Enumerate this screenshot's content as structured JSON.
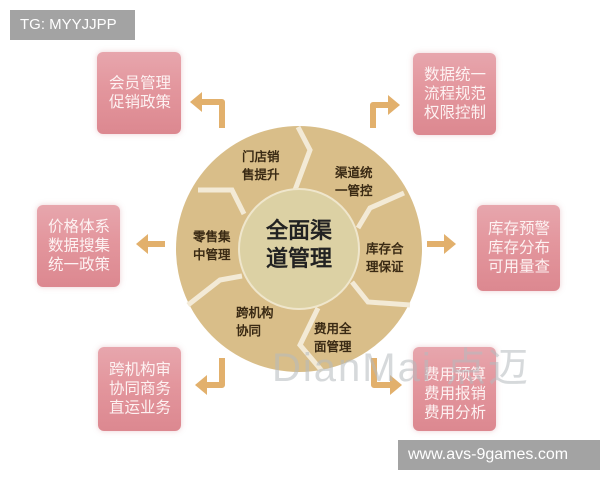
{
  "watermark_tags": {
    "top_left": "TG: MYYJJPP",
    "bottom_right": "www.avs-9games.com"
  },
  "center": {
    "line1": "全面渠",
    "line2": "道管理"
  },
  "segments": [
    {
      "id": "store-sales",
      "line1": "门店销",
      "line2": "售提升"
    },
    {
      "id": "channel-control",
      "line1": "渠道统",
      "line2": "一管控"
    },
    {
      "id": "inventory",
      "line1": "库存合",
      "line2": "理保证"
    },
    {
      "id": "expense",
      "line1": "费用全",
      "line2": "面管理"
    },
    {
      "id": "cross-org",
      "line1": "跨机构",
      "line2": "协同"
    },
    {
      "id": "retail",
      "line1": "零售集",
      "line2": "中管理"
    }
  ],
  "boxes": {
    "top_left": {
      "lines": [
        "会员管理",
        "促销政策"
      ]
    },
    "top_right": {
      "lines": [
        "数据统一",
        "流程规范",
        "权限控制"
      ]
    },
    "left": {
      "lines": [
        "价格体系",
        "数据搜集",
        "统一政策"
      ]
    },
    "right": {
      "lines": [
        "库存预警",
        "库存分布",
        "可用量查"
      ]
    },
    "bottom_left": {
      "lines": [
        "跨机构审",
        "协同商务",
        "直运业务"
      ]
    },
    "bottom_right": {
      "lines": [
        "费用预算",
        "费用报销",
        "费用分析"
      ]
    }
  },
  "brand_watermark": "DianMai 点迈",
  "colors": {
    "wheel": "#d9be89",
    "inner_circle": "#dcd1a4",
    "box_pink": "#e3969d",
    "arrow": "#e2b06c",
    "tag_gray": "#a3a3a3"
  }
}
